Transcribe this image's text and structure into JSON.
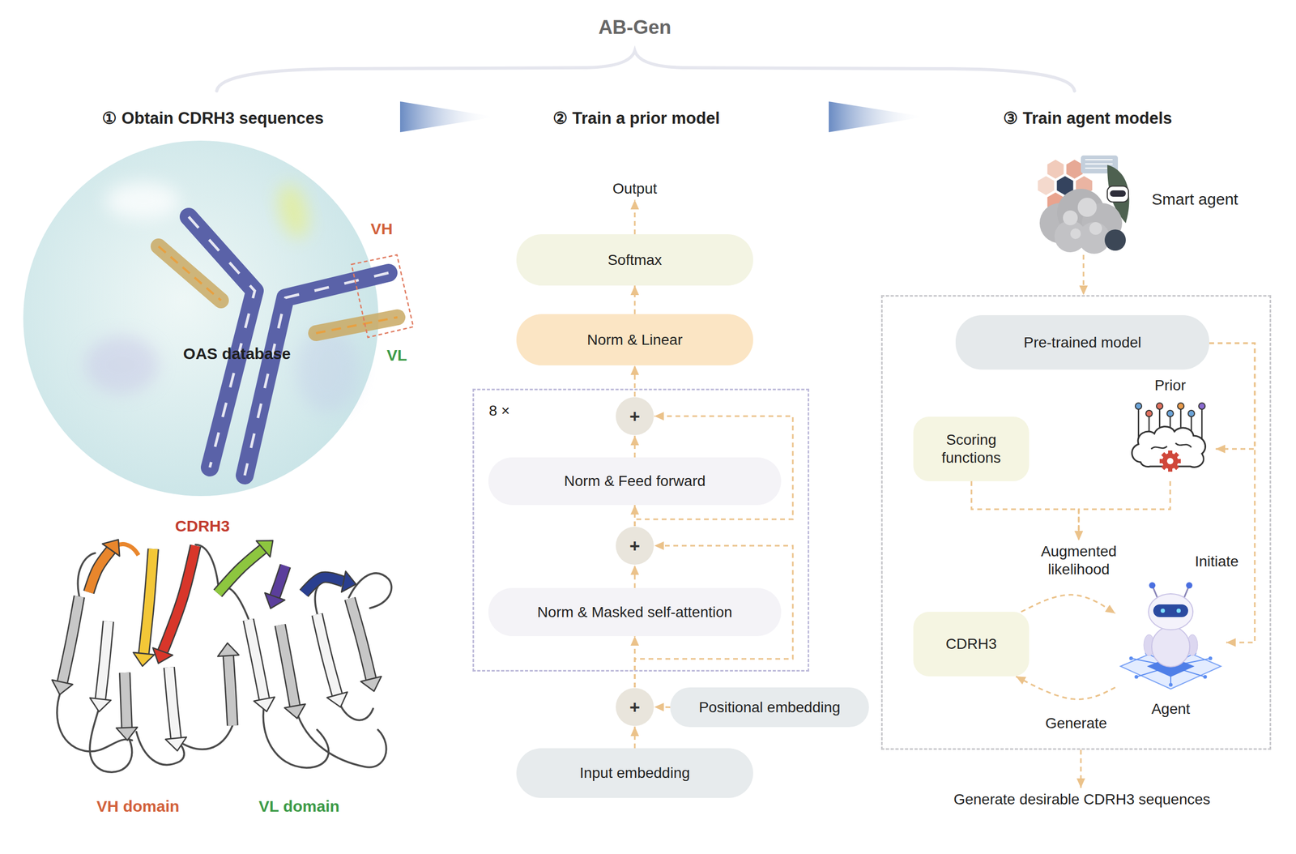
{
  "diagram": {
    "title": "AB-Gen",
    "nodes": [
      {
        "text": [
          "OAS database"
        ]
      },
      {
        "text": [
          "Output"
        ]
      },
      {
        "text": [
          "Softmax"
        ]
      },
      {
        "text": [
          "Norm & Linear"
        ]
      },
      {
        "text": [
          "8 ×"
        ]
      },
      {
        "text": [
          "+"
        ],
        "in": 4
      },
      {
        "text": [
          "Norm & Feed forward"
        ],
        "in": 4
      },
      {
        "text": [
          "+"
        ],
        "in": 4
      },
      {
        "text": [
          "Norm & Masked self-attention"
        ],
        "in": 4
      },
      {
        "text": [
          "+"
        ]
      },
      {
        "text": [
          "Positional embedding"
        ]
      },
      {
        "text": [
          "Input embedding"
        ]
      },
      {
        "text": [
          "Smart agent"
        ]
      },
      {
        "text": []
      },
      {
        "text": [
          "Pre-trained model"
        ],
        "in": 13
      },
      {
        "text": [
          "Prior"
        ],
        "in": 13
      },
      {
        "text": [
          "Scoring functions"
        ],
        "in": 13
      },
      {
        "text": [
          "Augmented likelihood"
        ],
        "in": 13
      },
      {
        "text": [
          "CDRH3"
        ],
        "in": 13
      },
      {
        "text": [
          "Agent"
        ],
        "in": 13
      },
      {
        "text": [
          "Generate desirable CDRH3 sequences"
        ]
      }
    ],
    "edges": [
      {
        "from": 11,
        "to": 9,
        "arrow": "to"
      },
      {
        "from": 10,
        "to": 9,
        "arrow": "to"
      },
      {
        "from": 9,
        "to": 8,
        "arrow": "to"
      },
      {
        "from": 9,
        "to": 7,
        "arrow": "to"
      },
      {
        "from": 8,
        "to": 7,
        "arrow": "to"
      },
      {
        "from": 7,
        "to": 6,
        "arrow": "to"
      },
      {
        "from": 7,
        "to": 5,
        "arrow": "to"
      },
      {
        "from": 6,
        "to": 5,
        "arrow": "to"
      },
      {
        "from": 5,
        "to": 3,
        "arrow": "to"
      },
      {
        "from": 3,
        "to": 2,
        "arrow": "to"
      },
      {
        "from": 2,
        "to": 1,
        "arrow": "to"
      },
      {
        "from": 12,
        "to": 13,
        "arrow": "to"
      },
      {
        "from": 14,
        "to": 15,
        "arrow": "to"
      },
      {
        "from": 14,
        "to": 19,
        "label": "Initiate",
        "arrow": "to"
      },
      {
        "from": 16,
        "to": 17,
        "arrow": "to"
      },
      {
        "from": 15,
        "to": 17,
        "arrow": "to"
      },
      {
        "from": 18,
        "to": 19,
        "arrow": "to"
      },
      {
        "from": 19,
        "to": 18,
        "label": "Generate",
        "arrow": "to"
      },
      {
        "from": 13,
        "to": 20,
        "arrow": "to"
      }
    ],
    "labels": [
      "① Obtain CDRH3 sequences",
      "② Train a prior model",
      "③ Train agent models",
      "VH",
      "VL",
      "CDRH3",
      "VH domain",
      "VL domain"
    ]
  }
}
